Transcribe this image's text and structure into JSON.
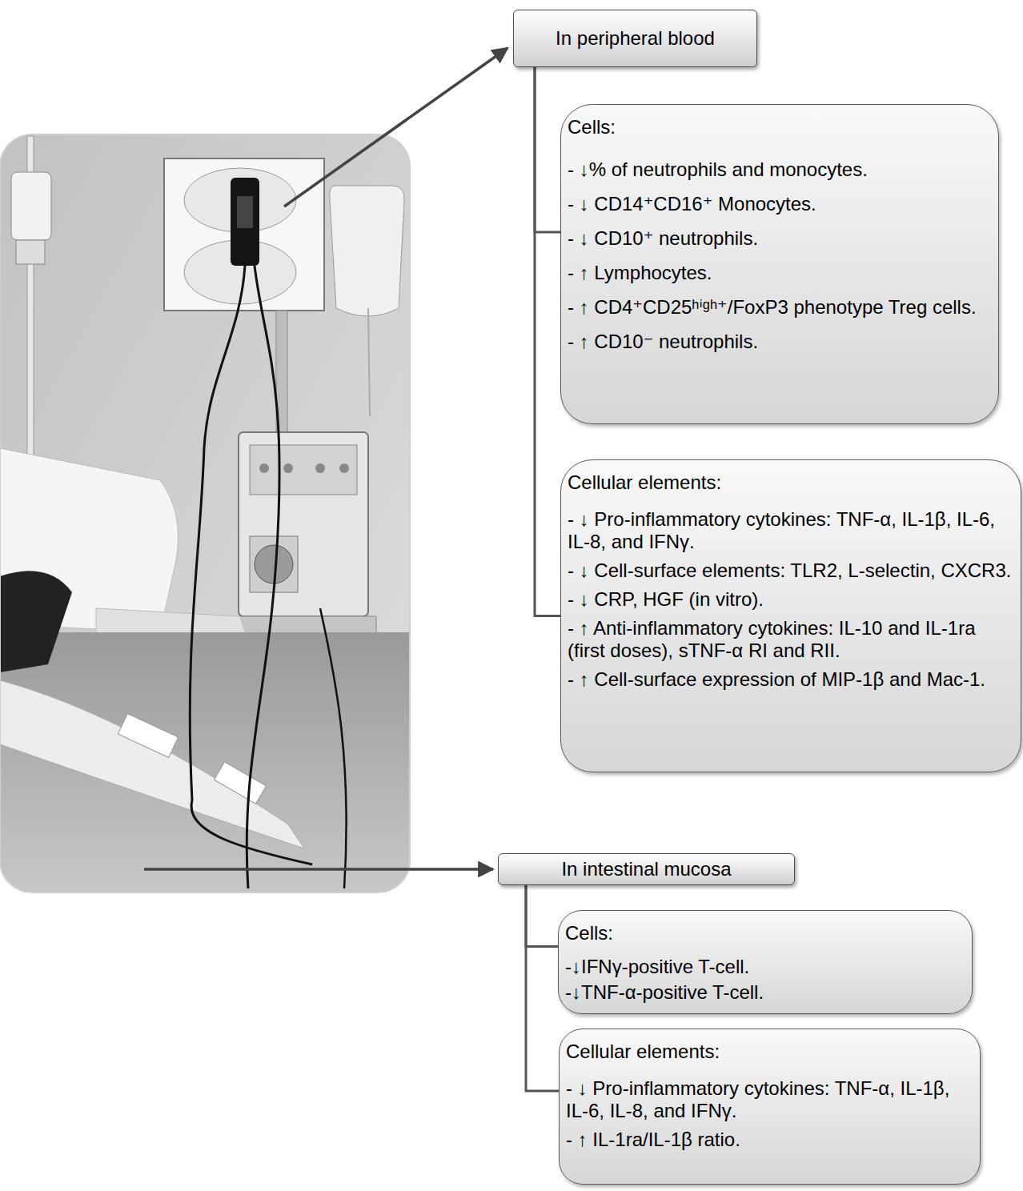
{
  "diagram": {
    "nodes": [
      {
        "text": [
          "In peripheral blood"
        ]
      },
      {
        "text": [
          "Cells:",
          "- ↓% of neutrophils and monocytes.",
          "- ↓ CD14⁺CD16⁺ Monocytes.",
          "- ↓ CD10⁺ neutrophils.",
          "- ↑ Lymphocytes.",
          "- ↑ CD4⁺CD25ʰⁱᵍʰ⁺/FoxP3 phenotype Treg cells.",
          "- ↑ CD10⁻ neutrophils."
        ]
      },
      {
        "text": [
          "Cellular elements:",
          "- ↓ Pro-inflammatory cytokines: TNF-α, IL-1β, IL-6, IL-8, and IFNγ.",
          "- ↓ Cell-surface elements: TLR2, L-selectin, CXCR3.",
          "- ↓ CRP, HGF (in vitro).",
          "- ↑ Anti-inflammatory cytokines: IL-10 and IL-1ra (first doses), sTNF-α RI and RII.",
          "- ↑ Cell-surface expression of MIP-1β and Mac-1."
        ]
      },
      {
        "text": [
          "In intestinal mucosa"
        ]
      },
      {
        "text": [
          "Cells:",
          "-↓IFNγ-positive T-cell.",
          "-↓TNF-α-positive T-cell."
        ]
      },
      {
        "text": [
          "Cellular elements:",
          "- ↓ Pro-inflammatory cytokines: TNF-α, IL-1β, IL-6, IL-8, and IFNγ.",
          "- ↑ IL-1ra/IL-1β ratio."
        ]
      }
    ],
    "edges": [
      {
        "from": 0,
        "to": 1,
        "arrow": "none"
      },
      {
        "from": 0,
        "to": 2,
        "arrow": "none"
      },
      {
        "from": 3,
        "to": 4,
        "arrow": "none"
      },
      {
        "from": 3,
        "to": 5,
        "arrow": "none"
      }
    ]
  }
}
